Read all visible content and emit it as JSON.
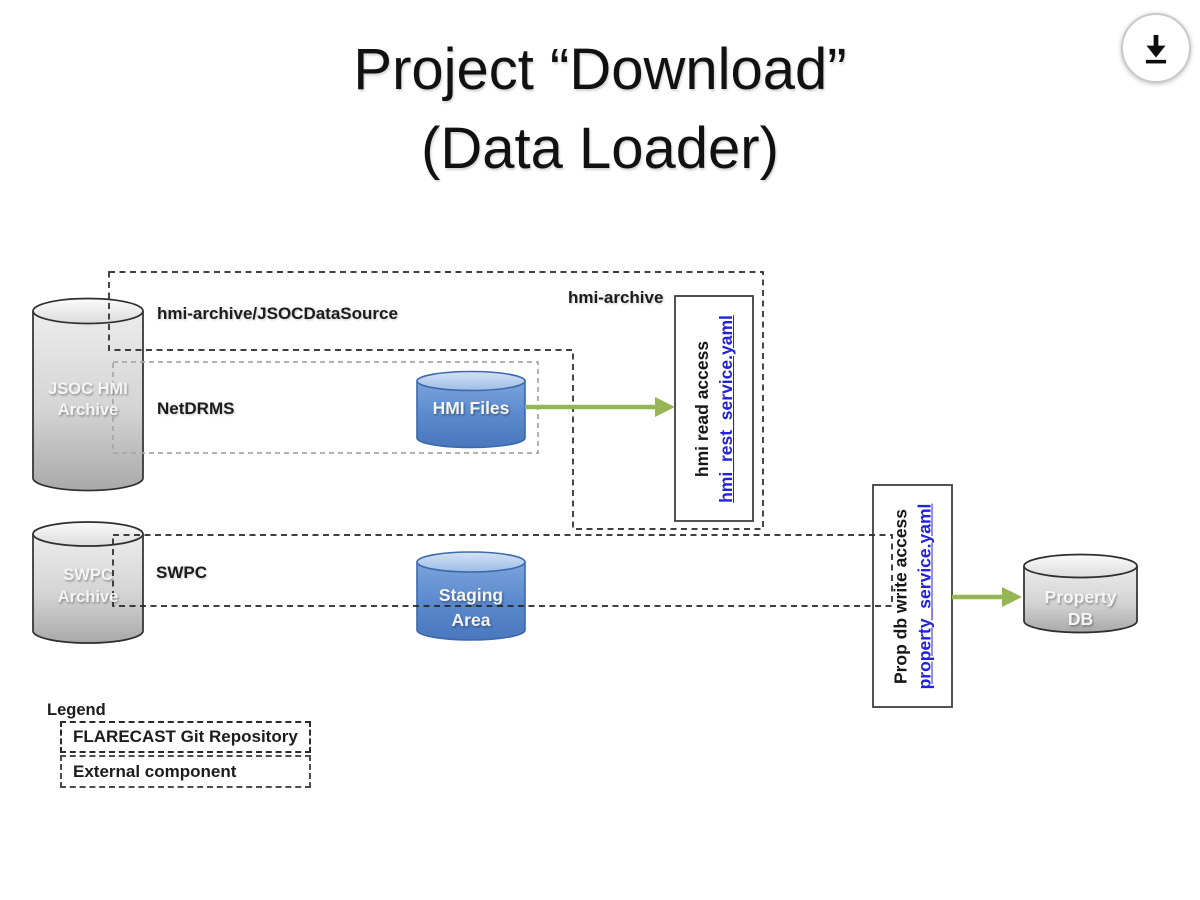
{
  "title": {
    "line1": "Project “Download”",
    "line2": "(Data Loader)"
  },
  "header": {
    "download_button": "download"
  },
  "diagram": {
    "labels": {
      "jsoc_datasource": "hmi-archive/JSOCDataSource",
      "netdrms": "NetDRMS",
      "hmi_archive": "hmi-archive",
      "swpc": "SWPC"
    },
    "cylinders": {
      "jsoc": {
        "line1": "JSOC HMI",
        "line2": "Archive"
      },
      "swpc": {
        "line1": "SWPC",
        "line2": "Archive"
      },
      "hmi_files": {
        "label": "HMI Files"
      },
      "staging": {
        "line1": "Staging",
        "line2": "Area"
      },
      "property_db": {
        "line1": "Property",
        "line2": "DB"
      }
    },
    "services": {
      "hmi_read": {
        "title": "hmi read access",
        "link": "hmi_rest_service.yaml"
      },
      "prop_write": {
        "title": "Prop db write access",
        "link": "property_service.yaml"
      }
    }
  },
  "legend": {
    "title": "Legend",
    "items": [
      {
        "label": "FLARECAST Git Repository"
      },
      {
        "label": "External component"
      }
    ]
  },
  "colors": {
    "arrow_green": "#96b655",
    "link_blue": "#2222db",
    "blue_cylinder": "#5585c9",
    "gray_cylinder": "#c9c9c9",
    "dash_black": "#262626",
    "dash_gray": "#a8a8a8"
  }
}
